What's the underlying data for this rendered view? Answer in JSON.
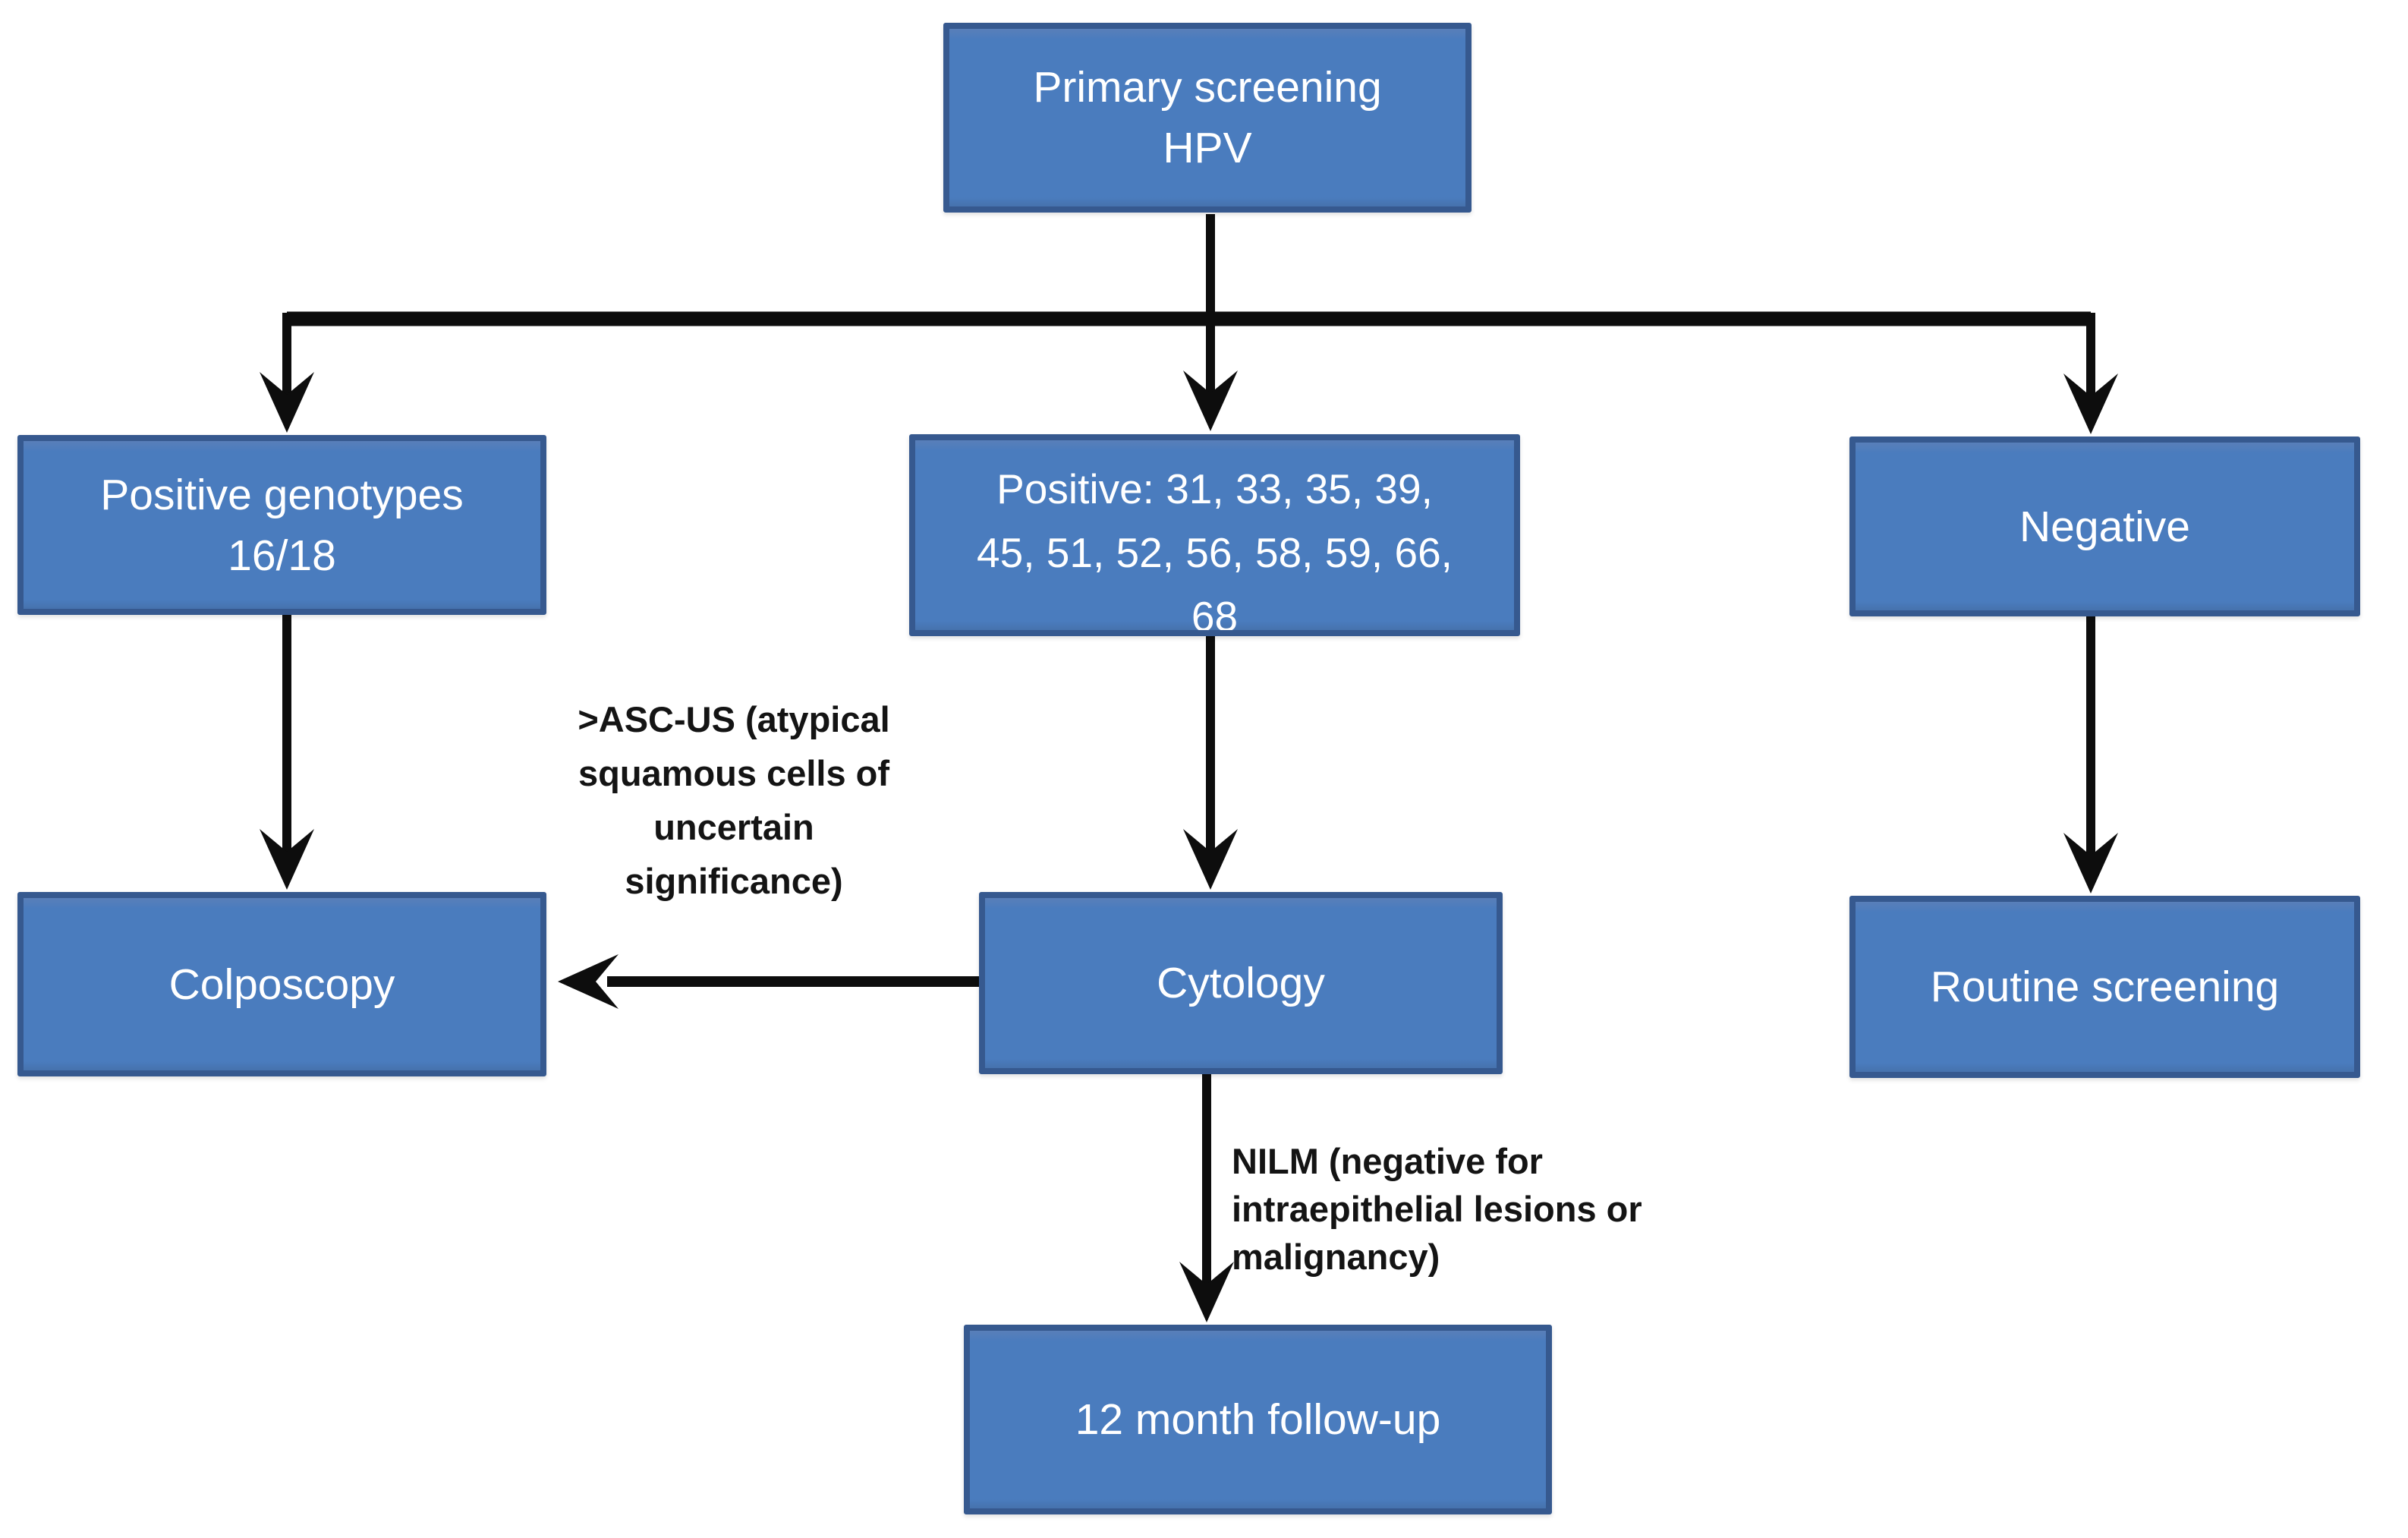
{
  "nodes": {
    "primary": {
      "label": "Primary screening\nHPV"
    },
    "genotypes_16_18": {
      "label": "Positive genotypes\n16/18"
    },
    "positive_other": {
      "label": "Positive: 31, 33, 35, 39,\n45, 51, 52, 56, 58, 59, 66,\n68"
    },
    "negative": {
      "label": "Negative"
    },
    "colposcopy": {
      "label": "Colposcopy"
    },
    "cytology": {
      "label": "Cytology"
    },
    "routine": {
      "label": "Routine screening"
    },
    "followup": {
      "label": "12 month follow-up"
    }
  },
  "edge_labels": {
    "ascus": ">ASC-US (atypical\nsquamous cells of\nuncertain\nsignificance)",
    "nilm": "NILM (negative for\nintraepithelial lesions or\nmalignancy)"
  },
  "colors": {
    "node_fill": "#4a7cbe",
    "node_border": "#36598f",
    "node_text": "#ffffff",
    "arrow": "#0d0d0d",
    "background": "#ffffff"
  }
}
